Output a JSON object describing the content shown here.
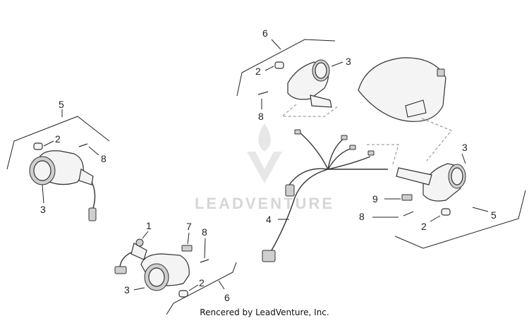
{
  "watermark": {
    "brand": "LEADVENTURE"
  },
  "credit": "Rencered by LeadVenture, Inc.",
  "callouts": {
    "c1": "1",
    "c2a": "2",
    "c2b": "2",
    "c2c": "2",
    "c2d": "2",
    "c3a": "3",
    "c3b": "3",
    "c3c": "3",
    "c3d": "3",
    "c4": "4",
    "c5a": "5",
    "c5b": "5",
    "c6a": "6",
    "c6b": "6",
    "c7": "7",
    "c8a": "8",
    "c8b": "8",
    "c8c": "8",
    "c8d": "8",
    "c9": "9"
  }
}
